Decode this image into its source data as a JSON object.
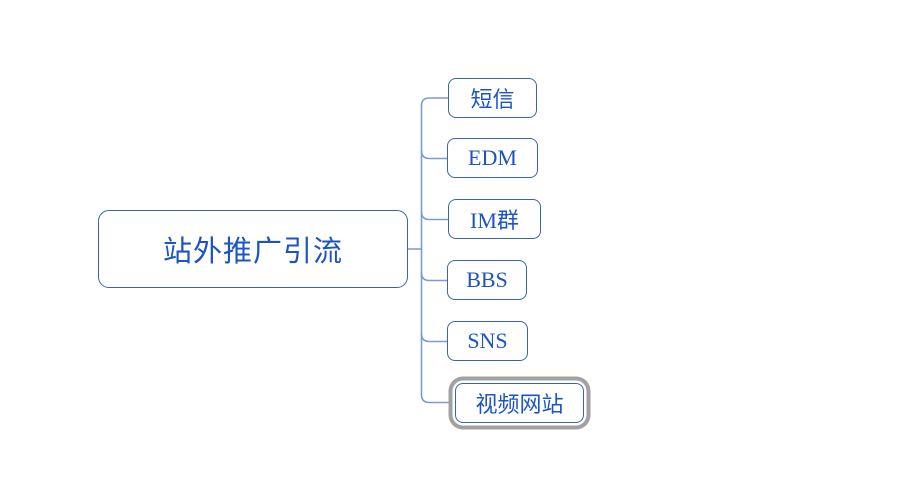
{
  "app": {
    "type": "mindmap-editor",
    "background_color": "#ffffff"
  },
  "mindmap": {
    "root": {
      "label": "站外推广引流"
    },
    "children": [
      {
        "label": "短信",
        "selected": false
      },
      {
        "label": "EDM",
        "selected": false
      },
      {
        "label": "IM群",
        "selected": false
      },
      {
        "label": "BBS",
        "selected": false
      },
      {
        "label": "SNS",
        "selected": false
      },
      {
        "label": "视频网站",
        "selected": true
      }
    ],
    "colors": {
      "node_border": "#3566b3",
      "node_text": "#1d54c4",
      "connector_line": "#7b9cd2",
      "selection_ring": "#a1a1a1",
      "node_fill": "#ffffff"
    },
    "connector_style": "rounded-elbow-bracket"
  }
}
